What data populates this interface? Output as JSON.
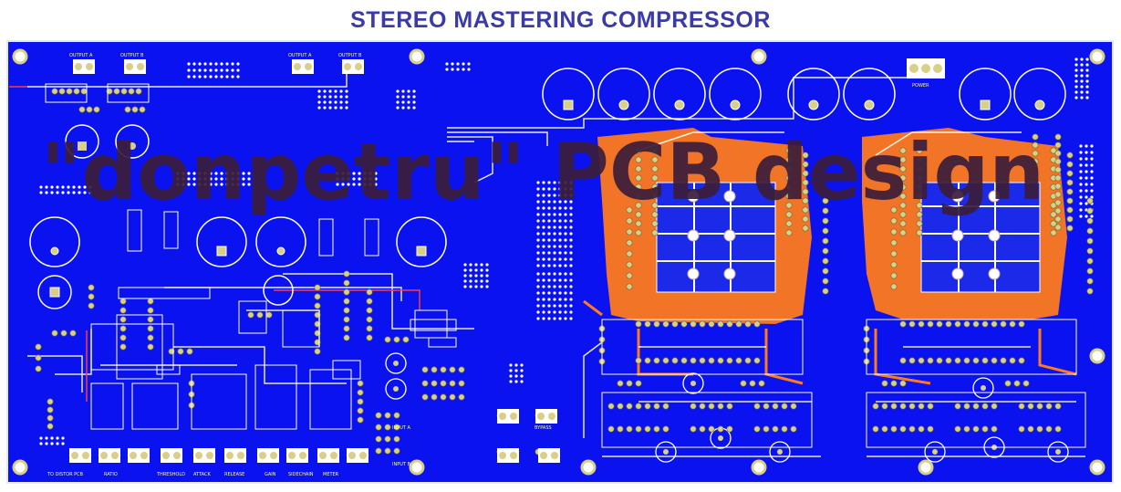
{
  "title": "STEREO MASTERING COMPRESSOR",
  "watermark": "\"donpetru\" PCB design",
  "colors": {
    "board": "#0a12f0",
    "copper": "#ff7a1a",
    "silk": "#ffffff",
    "pad": "#d9cf86",
    "title": "#3a3aa8",
    "watermark": "#3b1d3a"
  },
  "labels": {
    "output_a_left": "OUTPUT A",
    "output_b_left": "OUTPUT B",
    "output_a_right": "OUTPUT A",
    "output_b_right": "OUTPUT B",
    "power": "POWER",
    "to_distor": "TO DISTOR PCB",
    "input_a": "INPUT A",
    "input_b": "INPUT B",
    "ratio": "RATIO",
    "threshold": "THRESHOLD",
    "attack": "ATTACK",
    "release": "RELEASE",
    "gain": "GAIN",
    "bypass": "BYPASS",
    "sidechain": "SIDECHAIN",
    "meter": "METER"
  }
}
